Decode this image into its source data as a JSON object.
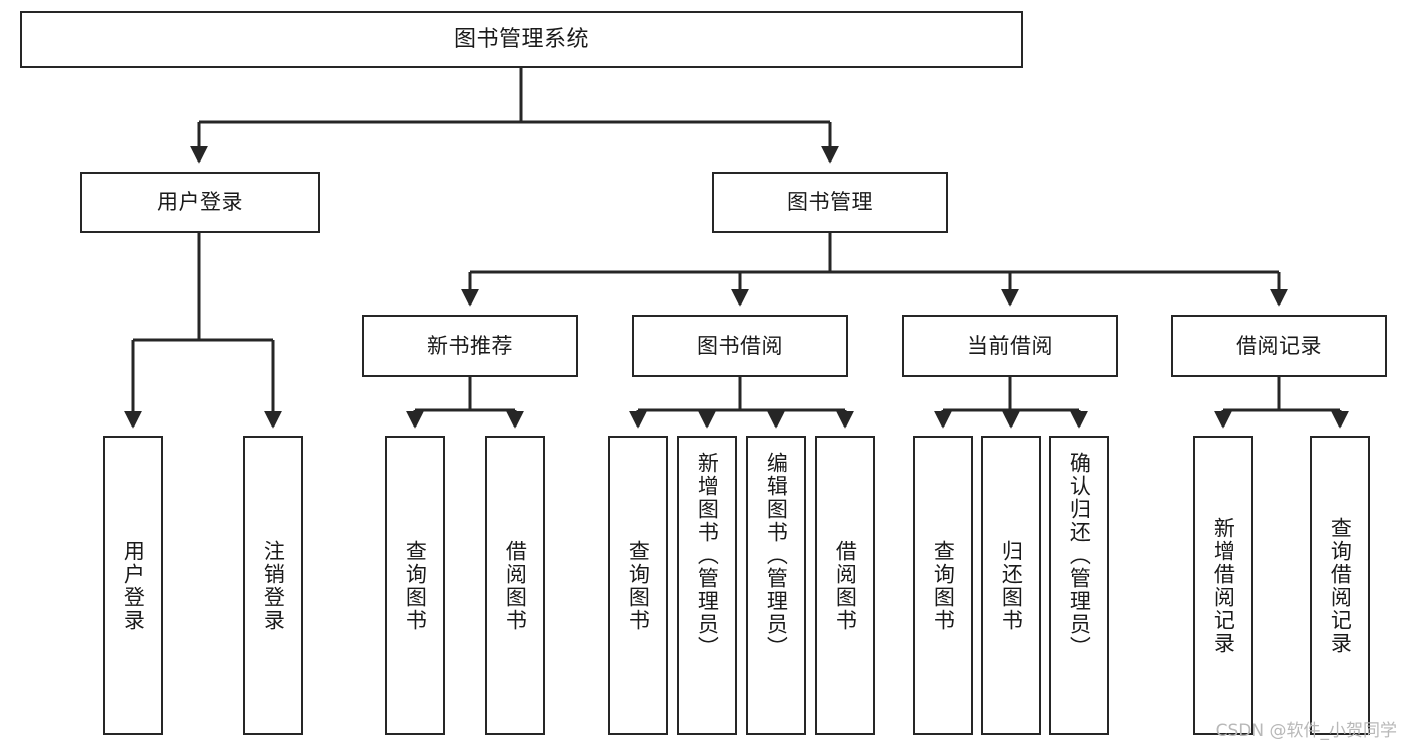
{
  "diagram": {
    "title": "图书管理系统",
    "type": "tree-hierarchy-diagram",
    "stroke_color": "#262626",
    "fill_color": "#ffffff",
    "text_color": "#1a1a1a"
  },
  "root": {
    "label": "图书管理系统"
  },
  "level2": [
    {
      "label": "用户登录"
    },
    {
      "label": "图书管理"
    }
  ],
  "level3": [
    {
      "label": "新书推荐"
    },
    {
      "label": "图书借阅"
    },
    {
      "label": "当前借阅"
    },
    {
      "label": "借阅记录"
    }
  ],
  "leaves": {
    "user_login": [
      {
        "label": "用户登录"
      },
      {
        "label": "注销登录"
      }
    ],
    "new_book_recommend": [
      {
        "label": "查询图书"
      },
      {
        "label": "借阅图书"
      }
    ],
    "book_borrow": [
      {
        "label": "查询图书"
      },
      {
        "label": "新增图书（管理员）"
      },
      {
        "label": "编辑图书（管理员）"
      },
      {
        "label": "借阅图书"
      }
    ],
    "current_borrow": [
      {
        "label": "查询图书"
      },
      {
        "label": "归还图书"
      },
      {
        "label": "确认归还（管理员）"
      }
    ],
    "borrow_record": [
      {
        "label": "新增借阅记录"
      },
      {
        "label": "查询借阅记录"
      }
    ]
  },
  "watermark": {
    "text": "CSDN @软件_小贺同学"
  }
}
